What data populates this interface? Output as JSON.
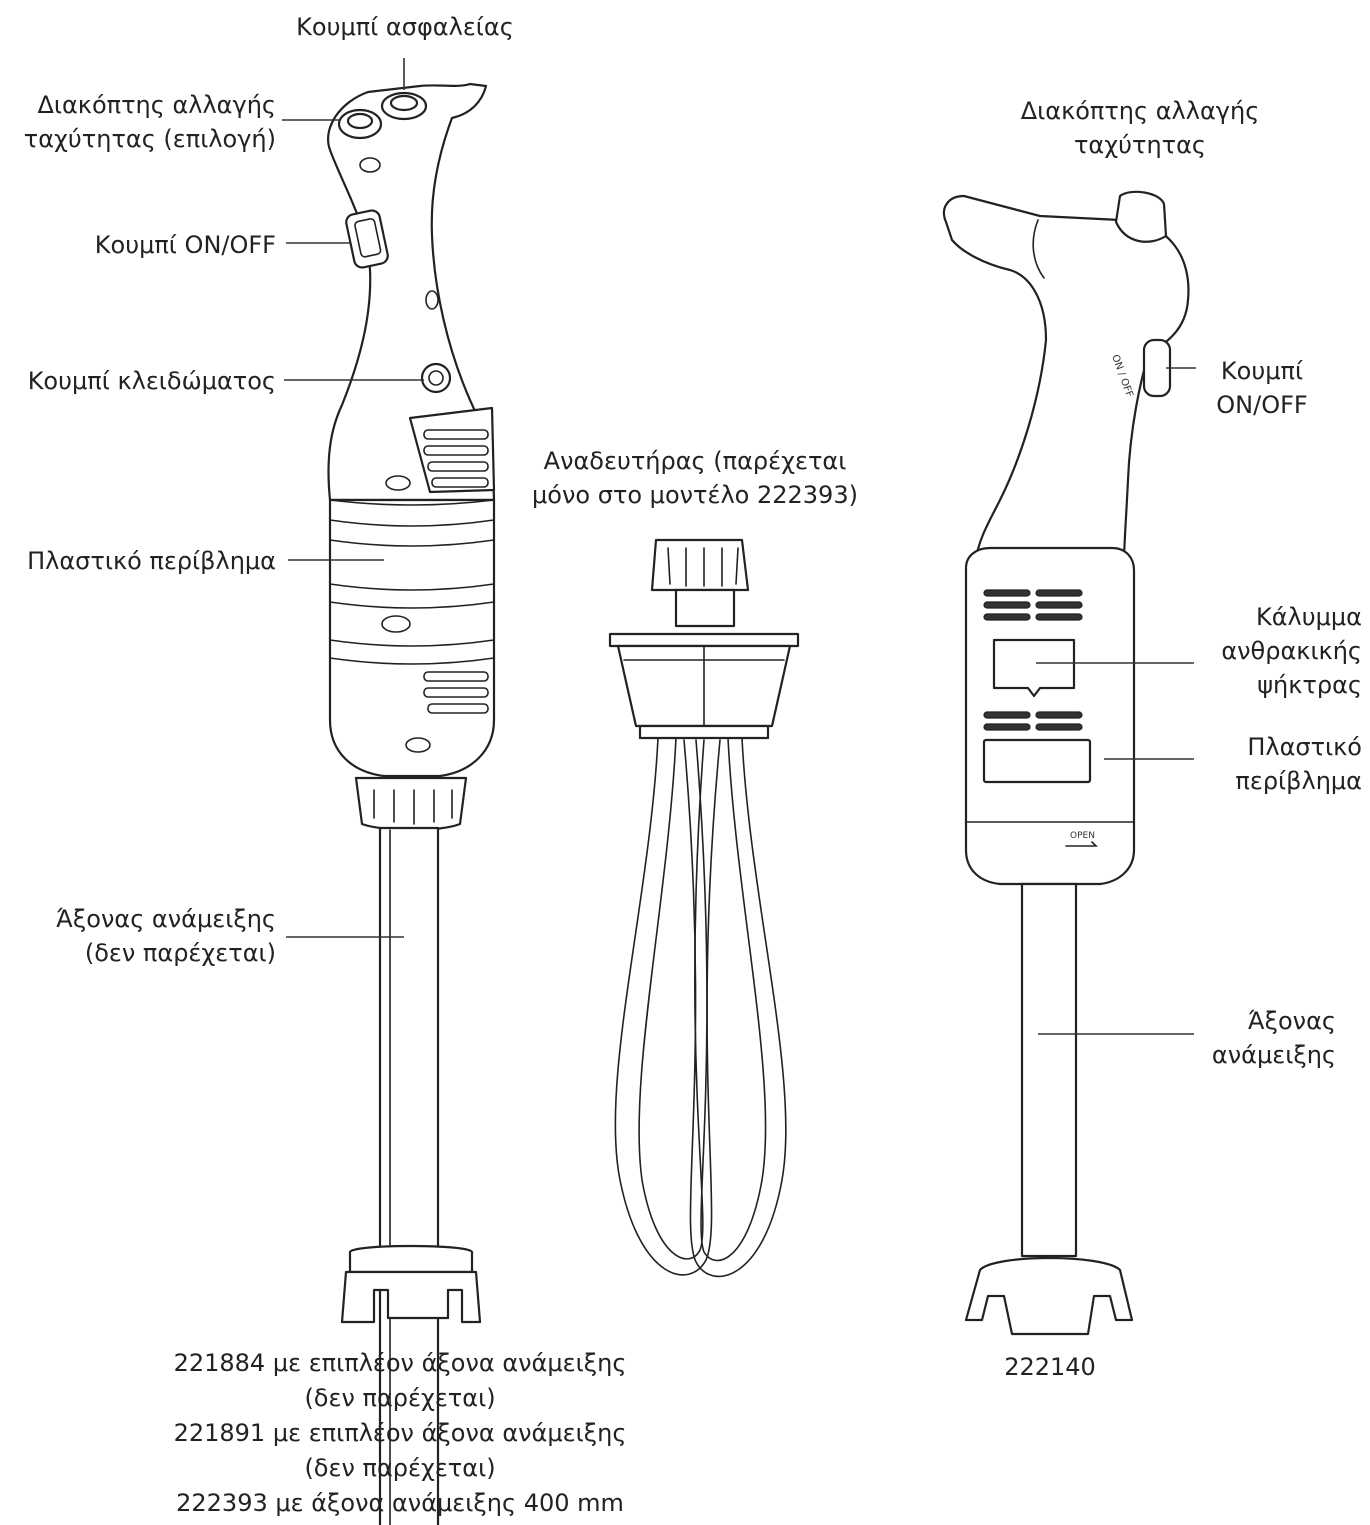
{
  "labels": {
    "left": {
      "safety_button": "Κουμπί ασφαλείας",
      "speed_switch": [
        "Διακόπτης αλλαγής",
        "ταχύτητας (επιλογή)"
      ],
      "on_off": "Κουμπί ON/OFF",
      "lock_button": "Κουμπί κλειδώματος",
      "housing": "Πλαστικό περίβλημα",
      "shaft": [
        "Άξονας ανάμειξης",
        "(δεν παρέχεται)"
      ]
    },
    "whisk": [
      "Αναδευτήρας (παρέχεται",
      "μόνο στο μοντέλο 222393)"
    ],
    "right": {
      "speed_switch": [
        "Διακόπτης αλλαγής",
        "ταχύτητας"
      ],
      "on_off": [
        "Κουμπί",
        "ON/OFF"
      ],
      "brush_cover": [
        "Κάλυμμα",
        "ανθρακικής",
        "ψήκτρας"
      ],
      "housing": [
        "Πλαστικό",
        "περίβλημα"
      ],
      "shaft": [
        "Άξονας",
        "ανάμειξης"
      ]
    }
  },
  "captions": {
    "left": [
      "221884 με επιπλέον άξονα ανάμειξης",
      "(δεν παρέχεται)",
      "221891 με επιπλέον άξονα ανάμειξης",
      "(δεν παρέχεται)",
      "222393 με άξονα ανάμειξης 400 mm"
    ],
    "right": "222140"
  },
  "device_markings": {
    "right_onoff": "ON / OFF",
    "right_open": "OPEN"
  }
}
